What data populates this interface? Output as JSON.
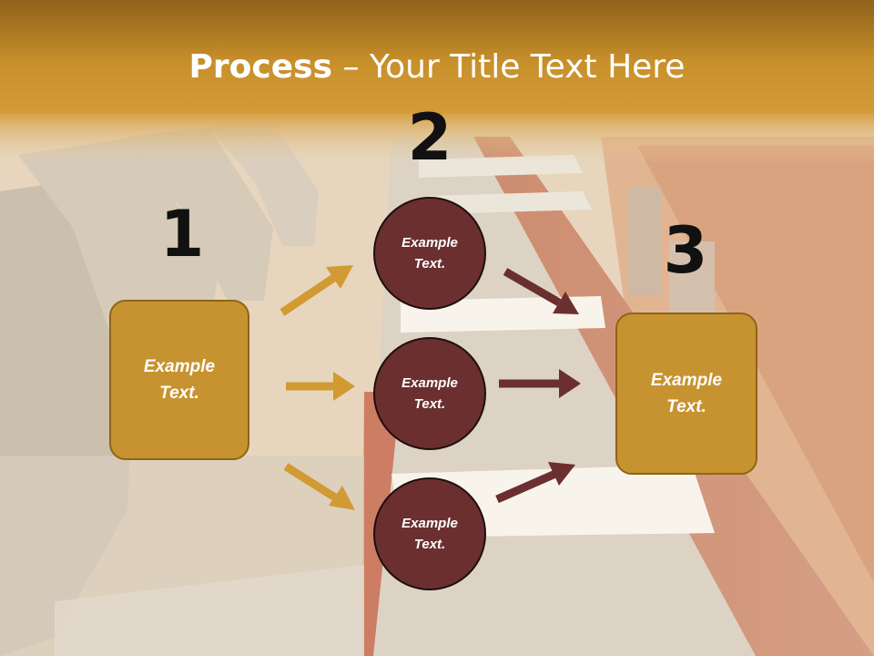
{
  "title": {
    "bold": "Process",
    "separator": " – ",
    "rest": "Your Title Text Here"
  },
  "steps": {
    "one": {
      "number": "1",
      "label": "Example Text."
    },
    "two": {
      "number": "2",
      "items": [
        {
          "label": "Example Text."
        },
        {
          "label": "Example Text."
        },
        {
          "label": "Example Text."
        }
      ]
    },
    "three": {
      "number": "3",
      "label": "Example Text."
    }
  },
  "colors": {
    "header_gold": "#c88f28",
    "box_fill": "#c79330",
    "circle_fill": "#6b2f2f",
    "gold_arrow": "#d19a32",
    "maroon_arrow": "#6b2f2f"
  }
}
